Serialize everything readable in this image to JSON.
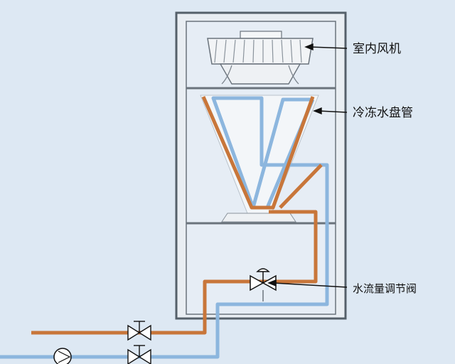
{
  "labels": {
    "indoor_fan": "室内风机",
    "chilled_water_coil": "冷冻水盘管",
    "flow_control_valve": "水流量调节阀"
  },
  "colors": {
    "background": "#dde8f3",
    "cabinet_stroke": "#55606a",
    "supply_pipe_orange": "#c8763a",
    "return_pipe_blue": "#8cb6de",
    "fan_body": "#f2f4f6",
    "arrow": "#111111"
  },
  "icons": [
    "fan-icon",
    "valve-icon",
    "pump-icon"
  ]
}
